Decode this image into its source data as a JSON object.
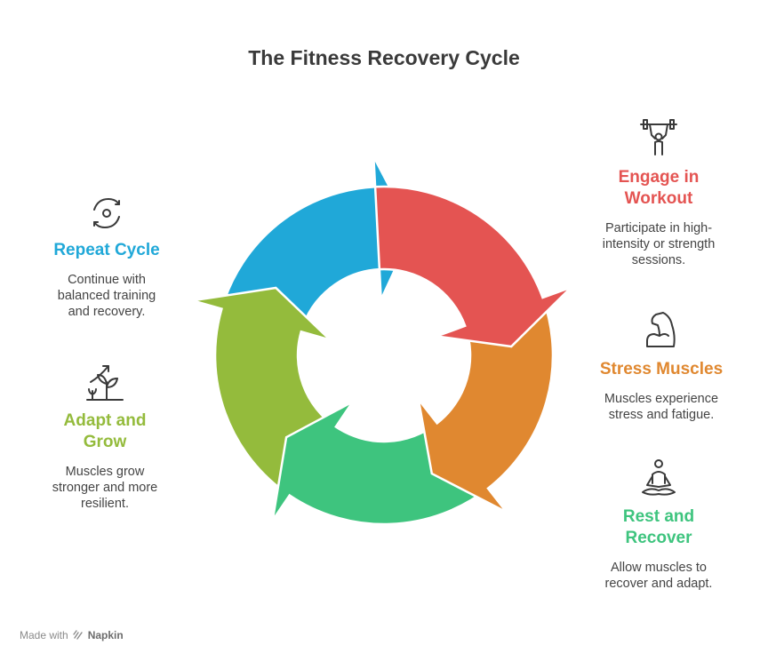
{
  "title": "The Fitness Recovery Cycle",
  "colors": {
    "engage": "#e45452",
    "stress": "#e08830",
    "rest": "#3ec47e",
    "adapt": "#94bb3c",
    "repeat": "#20a8d8",
    "icon": "#3a3a3a"
  },
  "steps": [
    {
      "key": "engage",
      "heading": "Engage in Workout",
      "description": "Participate in high-intensity or strength sessions.",
      "icon": "weightlifter-icon"
    },
    {
      "key": "stress",
      "heading": "Stress Muscles",
      "description": "Muscles experience stress and fatigue.",
      "icon": "flexed-bicep-icon"
    },
    {
      "key": "rest",
      "heading": "Rest and Recover",
      "description": "Allow muscles to recover and adapt.",
      "icon": "meditation-icon"
    },
    {
      "key": "adapt",
      "heading": "Adapt and Grow",
      "description": "Muscles grow stronger and more resilient.",
      "icon": "growth-plant-icon"
    },
    {
      "key": "repeat",
      "heading": "Repeat Cycle",
      "description": "Continue with balanced training and recovery.",
      "icon": "cycle-arrows-icon"
    }
  ],
  "footer": {
    "prefix": "Made with",
    "brand": "Napkin"
  }
}
